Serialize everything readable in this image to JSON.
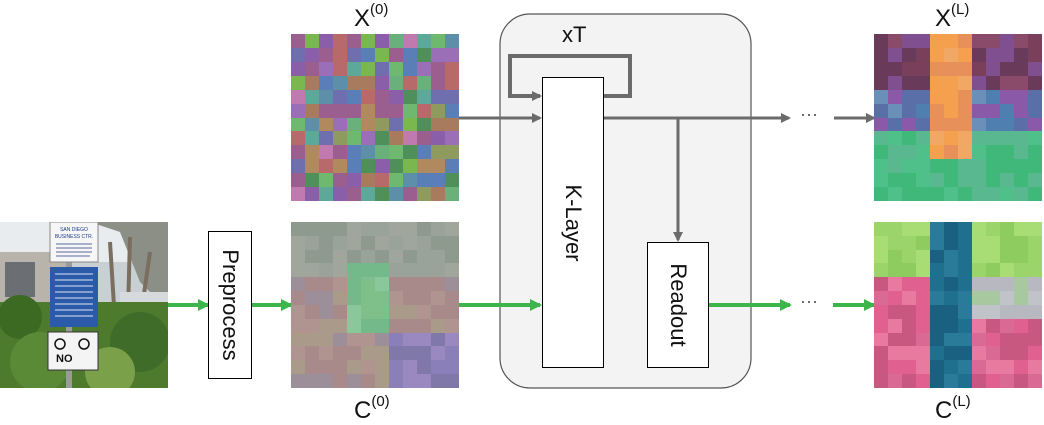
{
  "labels": {
    "x0_base": "X",
    "x0_sup": "(0)",
    "c0_base": "C",
    "c0_sup": "(0)",
    "xl_base": "X",
    "xl_sup": "(L)",
    "cl_base": "C",
    "cl_sup": "(L)",
    "repeat": "xT",
    "dots_top": "···",
    "dots_bottom": "···"
  },
  "blocks": {
    "preprocess": "Preprocess",
    "klayer": "K-Layer",
    "readout": "Readout"
  },
  "photo": {
    "sign_lines": [
      "SAN DIEGO",
      "BUSINESS CTR."
    ],
    "no_text": "NO"
  },
  "colors": {
    "gray_arrow": "#6b6b6b",
    "green_arrow": "#3cb64a",
    "container_fill": "#f3f3f3",
    "container_border": "#555555"
  }
}
